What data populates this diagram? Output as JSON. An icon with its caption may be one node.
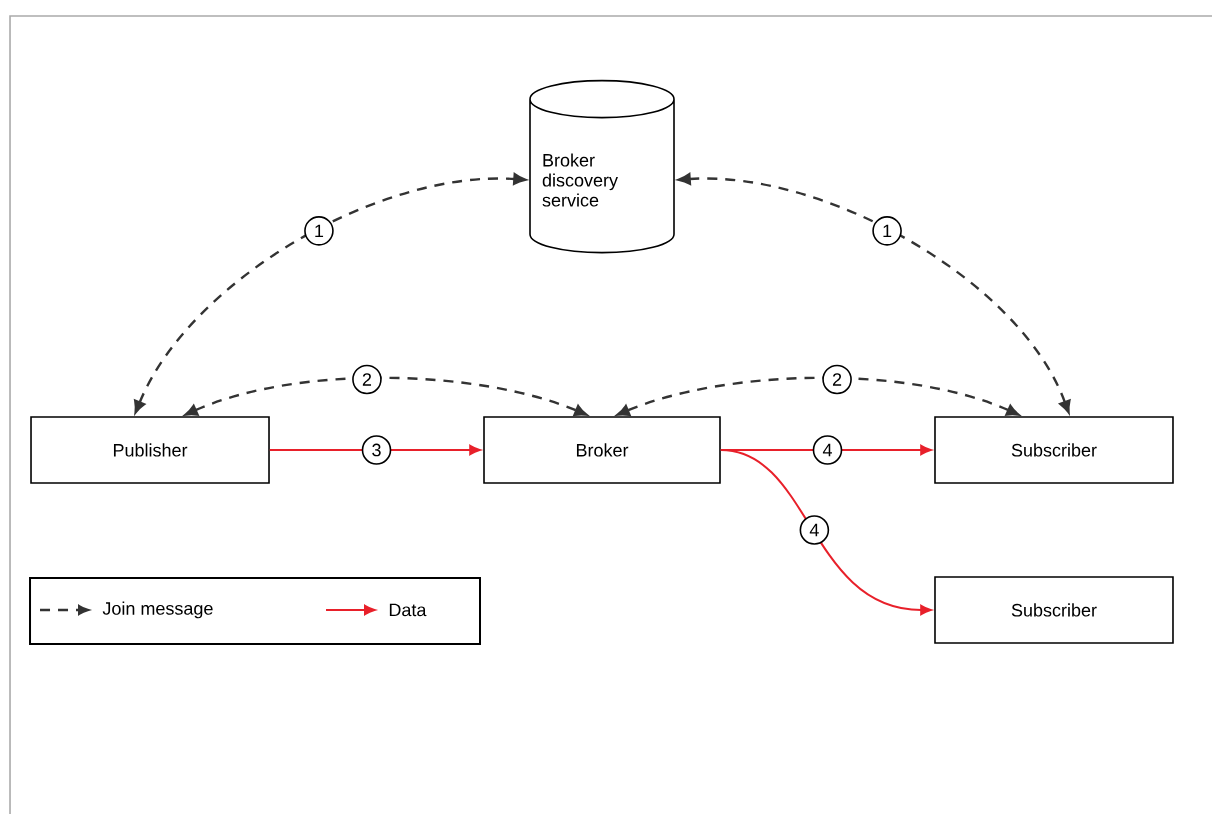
{
  "diagram": {
    "nodes": [
      {
        "text": [
          "Broker discovery service"
        ]
      },
      {
        "text": [
          "Publisher"
        ]
      },
      {
        "text": [
          "Broker"
        ]
      },
      {
        "text": [
          "Subscriber"
        ]
      },
      {
        "text": [
          "Subscriber"
        ]
      }
    ],
    "edges": [
      {
        "from": 1,
        "to": 0,
        "arrow": "both",
        "label": "1",
        "style": "dashed"
      },
      {
        "from": 3,
        "to": 0,
        "arrow": "both",
        "label": "1",
        "style": "dashed"
      },
      {
        "from": 1,
        "to": 2,
        "arrow": "both",
        "label": "2",
        "style": "dashed"
      },
      {
        "from": 3,
        "to": 2,
        "arrow": "both",
        "label": "2",
        "style": "dashed"
      },
      {
        "from": 1,
        "to": 2,
        "arrow": "to",
        "label": "3",
        "color": "#e8202a"
      },
      {
        "from": 2,
        "to": 3,
        "arrow": "to",
        "label": "4",
        "color": "#e8202a"
      },
      {
        "from": 2,
        "to": 4,
        "arrow": "to",
        "label": "4",
        "color": "#e8202a"
      }
    ],
    "legend": [
      {
        "text": "Join message"
      },
      {
        "text": "Data"
      }
    ]
  }
}
